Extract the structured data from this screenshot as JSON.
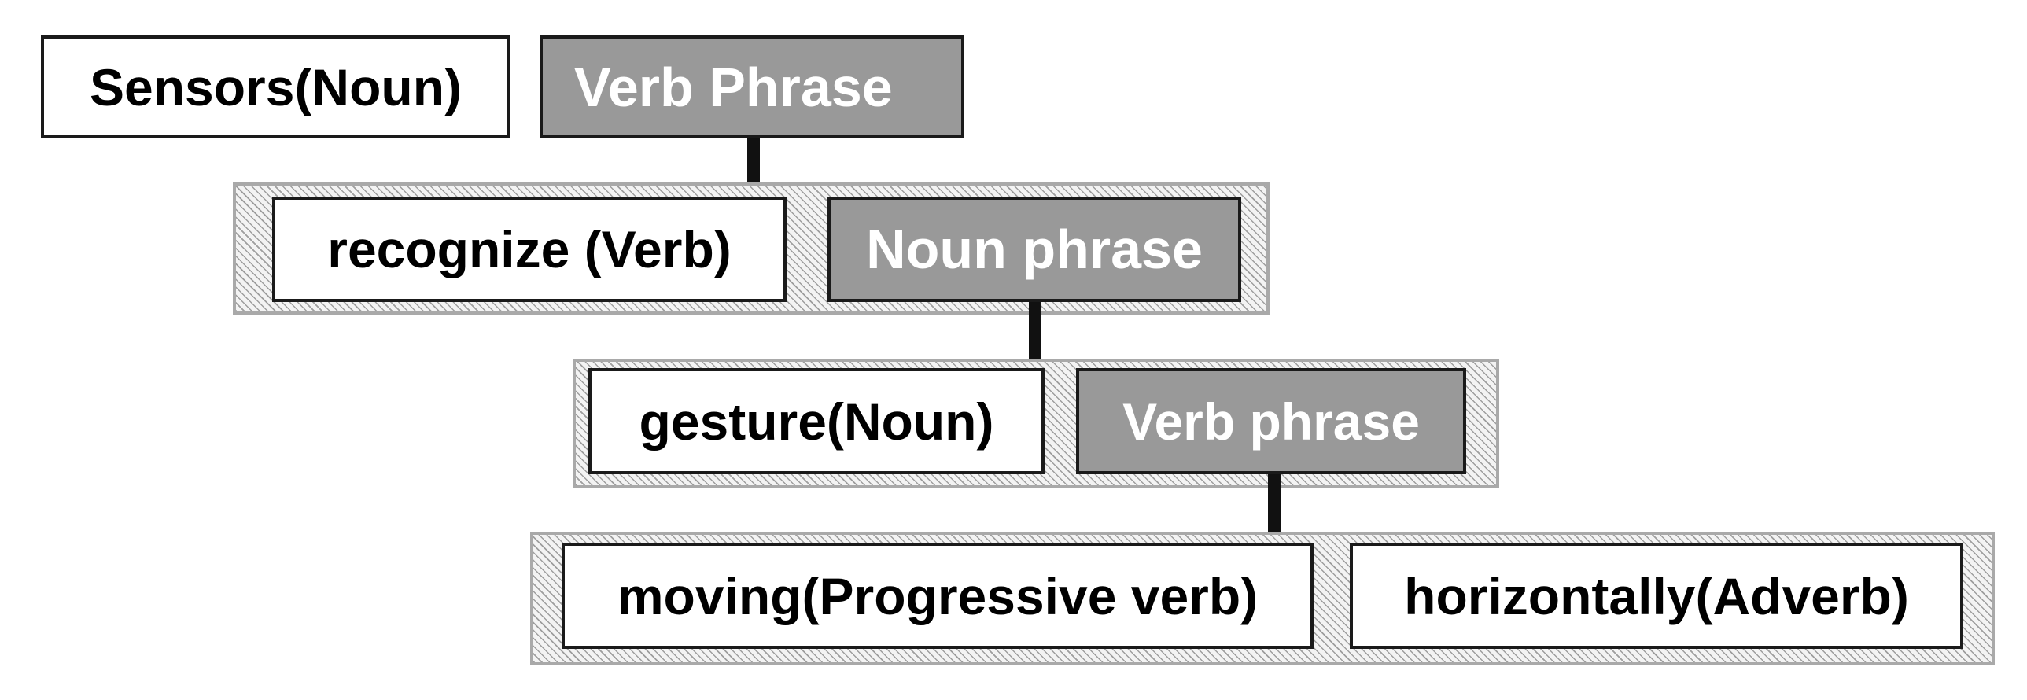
{
  "diagram": {
    "level0": {
      "noun": "Sensors(Noun)",
      "phrase": "Verb Phrase"
    },
    "level1": {
      "verb": "recognize (Verb)",
      "phrase": "Noun phrase"
    },
    "level2": {
      "noun": "gesture(Noun)",
      "phrase": "Verb phrase"
    },
    "level3": {
      "verb": "moving(Progressive verb)",
      "adverb": "horizontally(Adverb)"
    },
    "colors": {
      "phrase_fill": "#999999",
      "phrase_text": "#ffffff",
      "word_fill": "#ffffff",
      "border": "#1a1a1a",
      "group_hatch": "#a9a9a9"
    }
  }
}
